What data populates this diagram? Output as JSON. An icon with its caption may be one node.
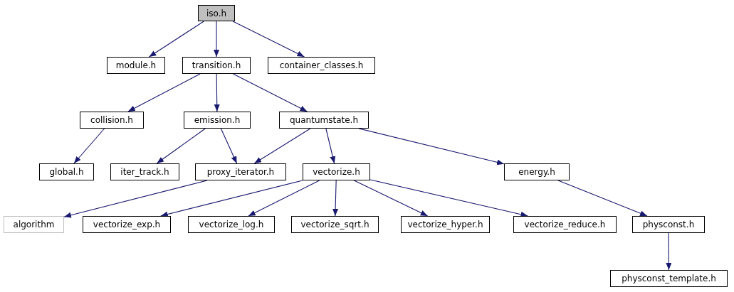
{
  "diagram": {
    "nodes": [
      {
        "text": [
          "iso.h"
        ]
      },
      {
        "text": [
          "module.h"
        ]
      },
      {
        "text": [
          "transition.h"
        ]
      },
      {
        "text": [
          "container_classes.h"
        ]
      },
      {
        "text": [
          "collision.h"
        ]
      },
      {
        "text": [
          "emission.h"
        ]
      },
      {
        "text": [
          "quantumstate.h"
        ]
      },
      {
        "text": [
          "global.h"
        ]
      },
      {
        "text": [
          "iter_track.h"
        ]
      },
      {
        "text": [
          "proxy_iterator.h"
        ]
      },
      {
        "text": [
          "vectorize.h"
        ]
      },
      {
        "text": [
          "energy.h"
        ]
      },
      {
        "text": [
          "algorithm"
        ]
      },
      {
        "text": [
          "vectorize_exp.h"
        ]
      },
      {
        "text": [
          "vectorize_log.h"
        ]
      },
      {
        "text": [
          "vectorize_sqrt.h"
        ]
      },
      {
        "text": [
          "vectorize_hyper.h"
        ]
      },
      {
        "text": [
          "vectorize_reduce.h"
        ]
      },
      {
        "text": [
          "physconst.h"
        ]
      },
      {
        "text": [
          "physconst_template.h"
        ]
      }
    ],
    "edges": [
      {
        "from": 0,
        "to": 1,
        "arrow": "to"
      },
      {
        "from": 0,
        "to": 2,
        "arrow": "to"
      },
      {
        "from": 0,
        "to": 3,
        "arrow": "to"
      },
      {
        "from": 2,
        "to": 4,
        "arrow": "to"
      },
      {
        "from": 2,
        "to": 5,
        "arrow": "to"
      },
      {
        "from": 2,
        "to": 6,
        "arrow": "to"
      },
      {
        "from": 4,
        "to": 7,
        "arrow": "to"
      },
      {
        "from": 5,
        "to": 8,
        "arrow": "to"
      },
      {
        "from": 5,
        "to": 9,
        "arrow": "to"
      },
      {
        "from": 6,
        "to": 9,
        "arrow": "to"
      },
      {
        "from": 6,
        "to": 10,
        "arrow": "to"
      },
      {
        "from": 6,
        "to": 11,
        "arrow": "to"
      },
      {
        "from": 9,
        "to": 12,
        "arrow": "to"
      },
      {
        "from": 10,
        "to": 13,
        "arrow": "to"
      },
      {
        "from": 10,
        "to": 14,
        "arrow": "to"
      },
      {
        "from": 10,
        "to": 15,
        "arrow": "to"
      },
      {
        "from": 10,
        "to": 16,
        "arrow": "to"
      },
      {
        "from": 10,
        "to": 17,
        "arrow": "to"
      },
      {
        "from": 11,
        "to": 18,
        "arrow": "to"
      },
      {
        "from": 18,
        "to": 19,
        "arrow": "to"
      }
    ]
  }
}
